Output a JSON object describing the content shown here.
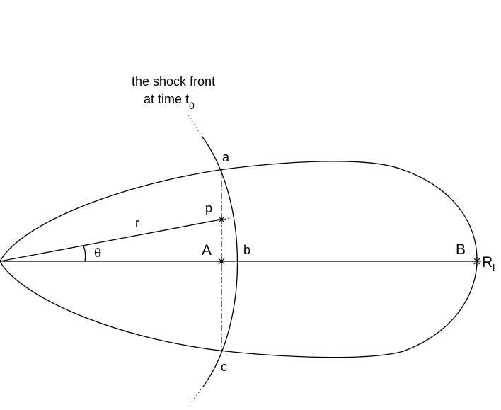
{
  "caption": {
    "line1": "the shock front",
    "line2_prefix": "at time t",
    "line2_subscript": "0"
  },
  "points": {
    "a": "a",
    "b": "b",
    "c": "c",
    "p": "p",
    "A": "A",
    "B": "B",
    "R": "R",
    "R_subscript": "l"
  },
  "symbols": {
    "r": "r",
    "theta": "θ"
  },
  "colors": {
    "line": "#000000",
    "background": "#ffffff"
  }
}
